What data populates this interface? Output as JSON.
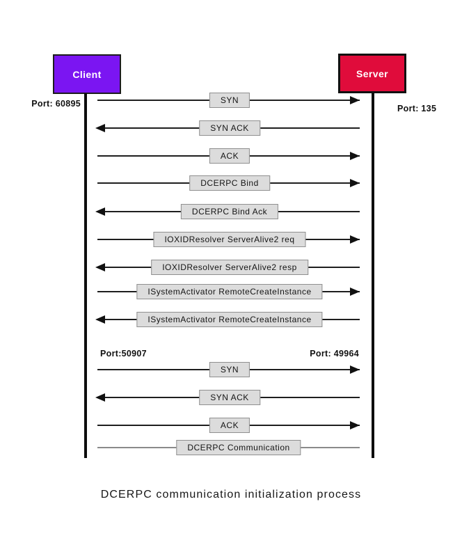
{
  "caption": "DCERPC communication initialization process",
  "actors": {
    "client": {
      "label": "Client",
      "color": "#7b15f2"
    },
    "server": {
      "label": "Server",
      "color": "#e00c3b"
    }
  },
  "ports": {
    "client_initial": "Port: 60895",
    "server_initial": "Port: 135",
    "client_second": "Port:50907",
    "server_second": "Port: 49964"
  },
  "colors": {
    "client_box": "#7b15f2",
    "server_box": "#e00c3b",
    "message_box_fill": "#dcdcdc",
    "message_box_border": "#8f8f8f",
    "arrow_line": "#1e1e1e",
    "plain_line": "#8a8a8a"
  },
  "messages": [
    {
      "label": "SYN",
      "direction": "client-to-server"
    },
    {
      "label": "SYN ACK",
      "direction": "server-to-client"
    },
    {
      "label": "ACK",
      "direction": "client-to-server"
    },
    {
      "label": "DCERPC Bind",
      "direction": "client-to-server"
    },
    {
      "label": "DCERPC Bind Ack",
      "direction": "server-to-client"
    },
    {
      "label": "IOXIDResolver ServerAlive2 req",
      "direction": "client-to-server"
    },
    {
      "label": "IOXIDResolver ServerAlive2 resp",
      "direction": "server-to-client"
    },
    {
      "label": "ISystemActivator RemoteCreateInstance",
      "direction": "client-to-server"
    },
    {
      "label": "ISystemActivator RemoteCreateInstance",
      "direction": "server-to-client"
    },
    {
      "label": "SYN",
      "direction": "client-to-server"
    },
    {
      "label": "SYN ACK",
      "direction": "server-to-client"
    },
    {
      "label": "ACK",
      "direction": "client-to-server"
    },
    {
      "label": "DCERPC Communication",
      "direction": "bidirectional"
    }
  ]
}
